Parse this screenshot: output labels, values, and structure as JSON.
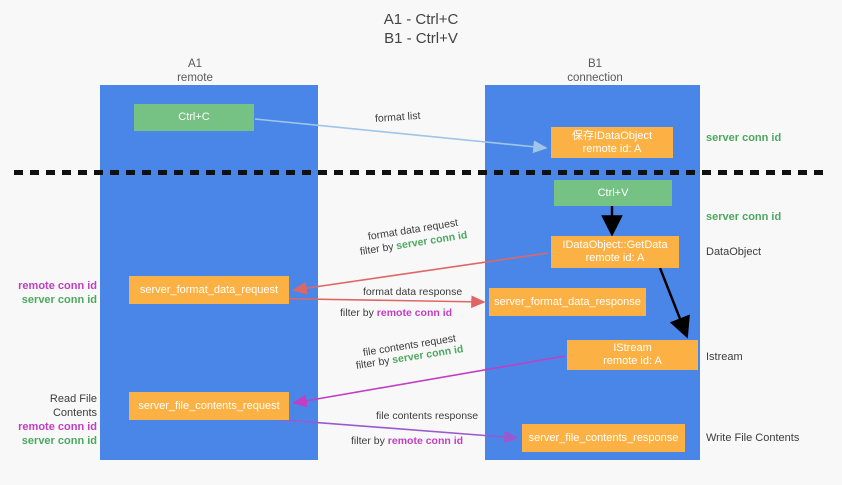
{
  "title": {
    "line1": "A1 - Ctrl+C",
    "line2": "B1 - Ctrl+V"
  },
  "columns": [
    {
      "name": "A1",
      "sub": "remote"
    },
    {
      "name": "B1",
      "sub": "connection"
    }
  ],
  "nodes": {
    "ctrl_c": {
      "line1": "Ctrl+C",
      "line2": ""
    },
    "save_idataobject": {
      "line1": "保存IDataObject",
      "line2": "remote id: A"
    },
    "ctrl_v": {
      "line1": "Ctrl+V",
      "line2": ""
    },
    "getdata": {
      "line1": "IDataObject::GetData",
      "line2": "remote id: A"
    },
    "format_data_request": {
      "line1": "server_format_data_request",
      "line2": ""
    },
    "format_data_response": {
      "line1": "server_format_data_response",
      "line2": ""
    },
    "istream": {
      "line1": "IStream",
      "line2": "remote id: A"
    },
    "file_contents_request": {
      "line1": "server_file_contents_request",
      "line2": ""
    },
    "file_contents_response": {
      "line1": "server_file_contents_response",
      "line2": ""
    }
  },
  "edges": {
    "format_list": "format list",
    "format_data_request": "format data request",
    "format_data_request_filter_prefix": "filter by ",
    "format_data_request_filter_key": "server conn id",
    "format_data_response": "format data response",
    "format_data_response_filter_prefix": "filter by ",
    "format_data_response_filter_key": "remote conn id",
    "file_contents_request": "file contents request",
    "file_contents_request_filter_prefix": "filter by ",
    "file_contents_request_filter_key": "server conn id",
    "file_contents_response": "file contents response",
    "file_contents_response_filter_prefix": "filter by ",
    "file_contents_response_filter_key": "remote conn id"
  },
  "side_labels": {
    "server_conn_id_top": "server conn id",
    "server_conn_id_mid": "server conn id",
    "dataobject": "DataObject",
    "istream": "Istream",
    "write_file_contents": "Write File Contents",
    "read_file_contents": "Read File Contents",
    "remote_conn_id_a": "remote conn id",
    "server_conn_id_a": "server conn id",
    "remote_conn_id_b": "remote conn id",
    "server_conn_id_b": "server conn id"
  },
  "colors": {
    "lane": "#4a86e8",
    "green_node": "#76c184",
    "orange_node": "#fbb144",
    "green_text": "#4ca85f",
    "purple_text": "#c23ec2",
    "arrow_blue": "#9fc5e8",
    "arrow_red": "#e06666",
    "arrow_magenta": "#c23ec2",
    "arrow_purple": "#9b59d0",
    "arrow_black": "#000000",
    "background": "#f8f8f8"
  }
}
